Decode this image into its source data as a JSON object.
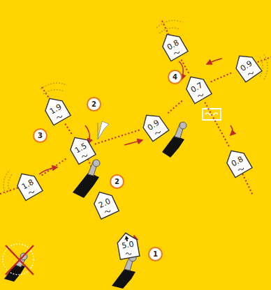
{
  "diagram": {
    "nodes": [
      {
        "text": [
          "0.8"
        ]
      },
      {
        "text": [
          "0.9"
        ]
      },
      {
        "text": [
          "0.7"
        ]
      },
      {
        "text": [
          "1.9"
        ]
      },
      {
        "text": [
          "0.9"
        ]
      },
      {
        "text": [
          "1.5"
        ]
      },
      {
        "text": [
          "0.8"
        ]
      },
      {
        "text": [
          "1.8"
        ]
      },
      {
        "text": [
          "2.0"
        ]
      },
      {
        "text": [
          "5.0"
        ]
      }
    ],
    "edges": [
      {
        "from": 7,
        "to": 5,
        "arrow": "none"
      },
      {
        "from": 5,
        "to": 4,
        "arrow": "none"
      },
      {
        "from": 4,
        "to": 2,
        "arrow": "none"
      },
      {
        "from": 2,
        "to": 1,
        "arrow": "none"
      },
      {
        "from": 3,
        "to": 5,
        "arrow": "none"
      },
      {
        "from": 0,
        "to": 2,
        "arrow": "none"
      },
      {
        "from": 2,
        "to": 6,
        "arrow": "none"
      }
    ],
    "labels": [
      "4",
      "2",
      "3",
      "2",
      "1"
    ]
  }
}
